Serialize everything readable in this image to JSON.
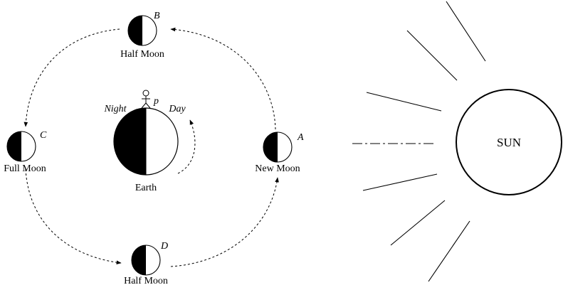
{
  "earth": {
    "label": "Earth",
    "night_label": "Night",
    "day_label": "Day",
    "observer_label": "p"
  },
  "moons": {
    "A": {
      "letter": "A",
      "phase": "New Moon"
    },
    "B": {
      "letter": "B",
      "phase": "Half Moon"
    },
    "C": {
      "letter": "C",
      "phase": "Full Moon"
    },
    "D": {
      "letter": "D",
      "phase": "Half Moon"
    }
  },
  "sun": {
    "label": "SUN"
  },
  "colors": {
    "stroke": "#000000",
    "dark_side": "#000000",
    "light_side": "#ffffff"
  }
}
